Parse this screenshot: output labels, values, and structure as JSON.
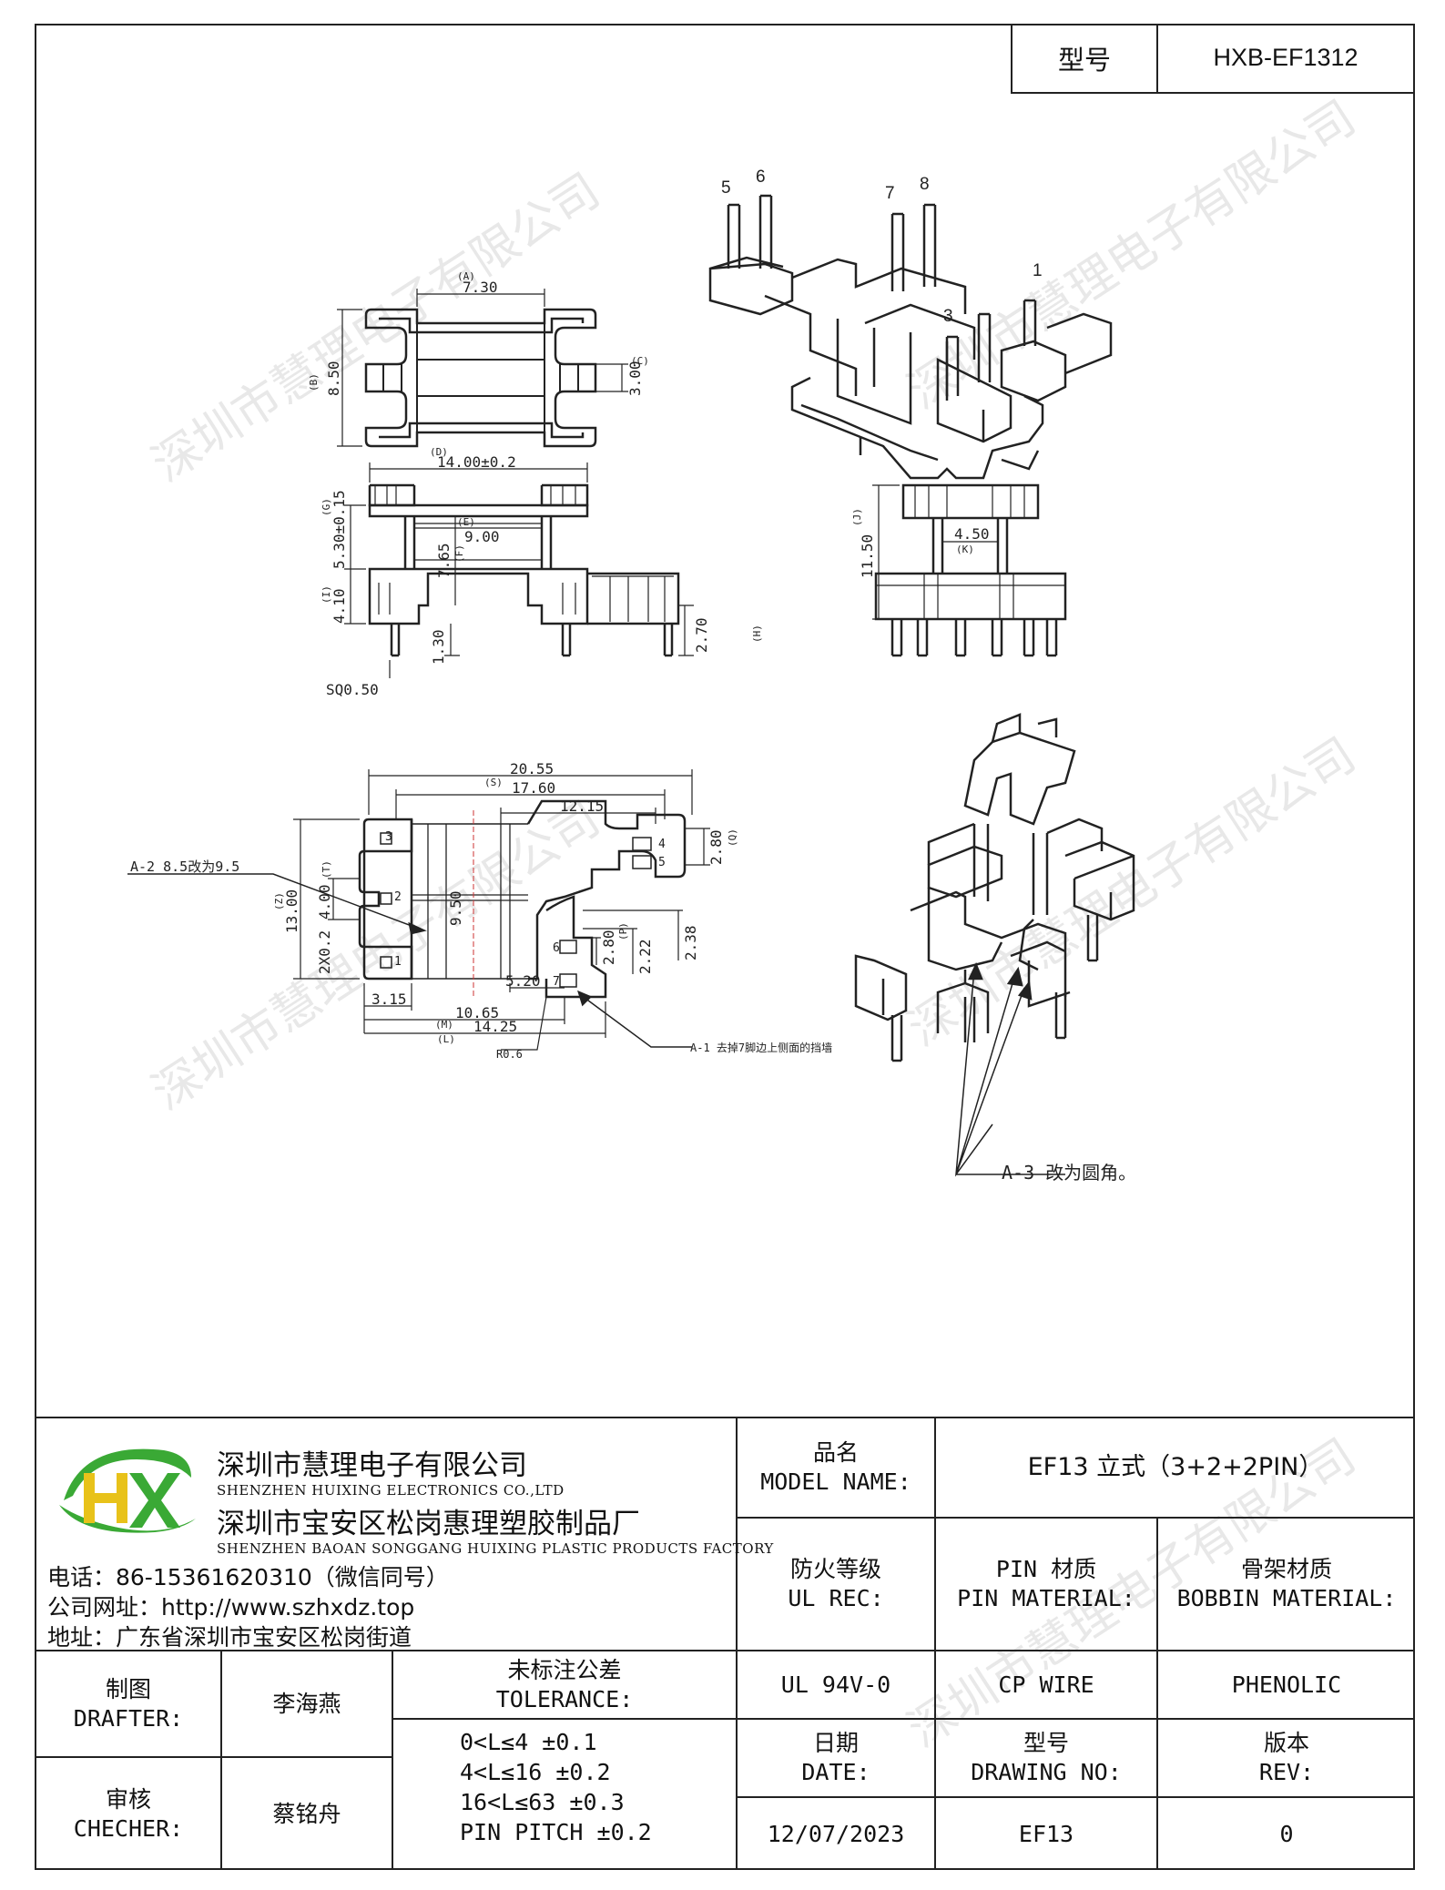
{
  "header": {
    "model_label": "型号",
    "model_value": "HXB-EF1312"
  },
  "watermark": "深圳市慧理电子有限公司",
  "dims": {
    "top_a": "7.30",
    "top_b": "8.50",
    "top_c": "3.00",
    "top_a_tag": "(A)",
    "top_b_tag": "(B)",
    "top_c_tag": "(C)",
    "side_d": "14.00±0.2",
    "side_d_tag": "(D)",
    "side_e": "9.00",
    "side_e_tag": "(E)",
    "side_f": "7.65",
    "side_f_tag": "(F)",
    "side_g": "5.30±0.15",
    "side_g_tag": "(G)",
    "side_i": "4.10",
    "side_i_tag": "(I)",
    "side_pin": "1.30",
    "side_h": "2.70",
    "side_h_tag": "(H)",
    "sq": "SQ0.50",
    "end_j": "11.50",
    "end_j_tag": "(J)",
    "end_k": "4.50",
    "end_k_tag": "(K)",
    "bot_w1": "20.55",
    "bot_w2": "17.60",
    "bot_w2_tag": "(S)",
    "bot_w3": "12.15",
    "bot_h1": "13.00",
    "bot_h1_tag": "(Z)",
    "bot_h2": "4.00",
    "bot_h2_tag": "(T)",
    "bot_h3": "2X0.2",
    "bot_core": "9.50",
    "bot_q": "2.80",
    "bot_q_tag": "(Q)",
    "bot_r1": "2.38",
    "bot_r2": "2.22",
    "bot_r3": "2.80",
    "bot_r3_tag": "(P)",
    "bot_l1": "3.15",
    "bot_l2": "10.65",
    "bot_l2_tag": "(M)",
    "bot_l3": "14.25",
    "bot_l3_tag": "(L)",
    "bot_l4": "5.20",
    "bot_radius": "R0.6"
  },
  "pins": [
    "5",
    "6",
    "7",
    "8",
    "1",
    "3"
  ],
  "bottom_pins": [
    "3",
    "2",
    "1",
    "4",
    "5",
    "6",
    "7"
  ],
  "notes": {
    "a1": "A-1  去掉7脚边上侧面的挡墙",
    "a2": "A-2  8.5改为9.5",
    "a3": "A-3  改为圆角。"
  },
  "company": {
    "name_cn": "深圳市慧理电子有限公司",
    "name_en": "SHENZHEN HUIXING ELECTRONICS CO.,LTD",
    "factory_cn": "深圳市宝安区松岗惠理塑胶制品厂",
    "factory_en": "SHENZHEN BAOAN SONGGANG HUIXING PLASTIC PRODUCTS FACTORY",
    "phone": "电话：86-15361620310（微信同号）",
    "web": "公司网址：http://www.szhxdz.top",
    "address": "地址：广东省深圳市宝安区松岗街道",
    "logo_letters": "HX",
    "logo_green": "#3aa935",
    "logo_yellow": "#e8c21a"
  },
  "title_block": {
    "model_name_cn": "品名",
    "model_name_en": "MODEL NAME:",
    "model_name_value": "EF13 立式（3+2+2PIN）",
    "fire_cn": "防火等级",
    "fire_en": "UL REC:",
    "pin_cn": "PIN 材质",
    "pin_en": "PIN MATERIAL:",
    "bobbin_cn": "骨架材质",
    "bobbin_en": "BOBBIN MATERIAL:",
    "fire_value": "UL 94V-0",
    "pin_value": "CP WIRE",
    "bobbin_value": "PHENOLIC",
    "drafter_cn": "制图",
    "drafter_en": "DRAFTER:",
    "drafter_value": "李海燕",
    "checker_cn": "审核",
    "checker_en": "CHECHER:",
    "checker_value": "蔡铭舟",
    "tol_cn": "未标注公差",
    "tol_en": "TOLERANCE:",
    "tol_lines": [
      "0<L≤4   ±0.1",
      "4<L≤16  ±0.2",
      "16<L≤63 ±0.3",
      "PIN PITCH ±0.2"
    ],
    "date_cn": "日期",
    "date_en": "DATE:",
    "date_value": "12/07/2023",
    "drawing_cn": "型号",
    "drawing_en": "DRAWING NO:",
    "drawing_value": "EF13",
    "rev_cn": "版本",
    "rev_en": "REV:",
    "rev_value": "0"
  }
}
